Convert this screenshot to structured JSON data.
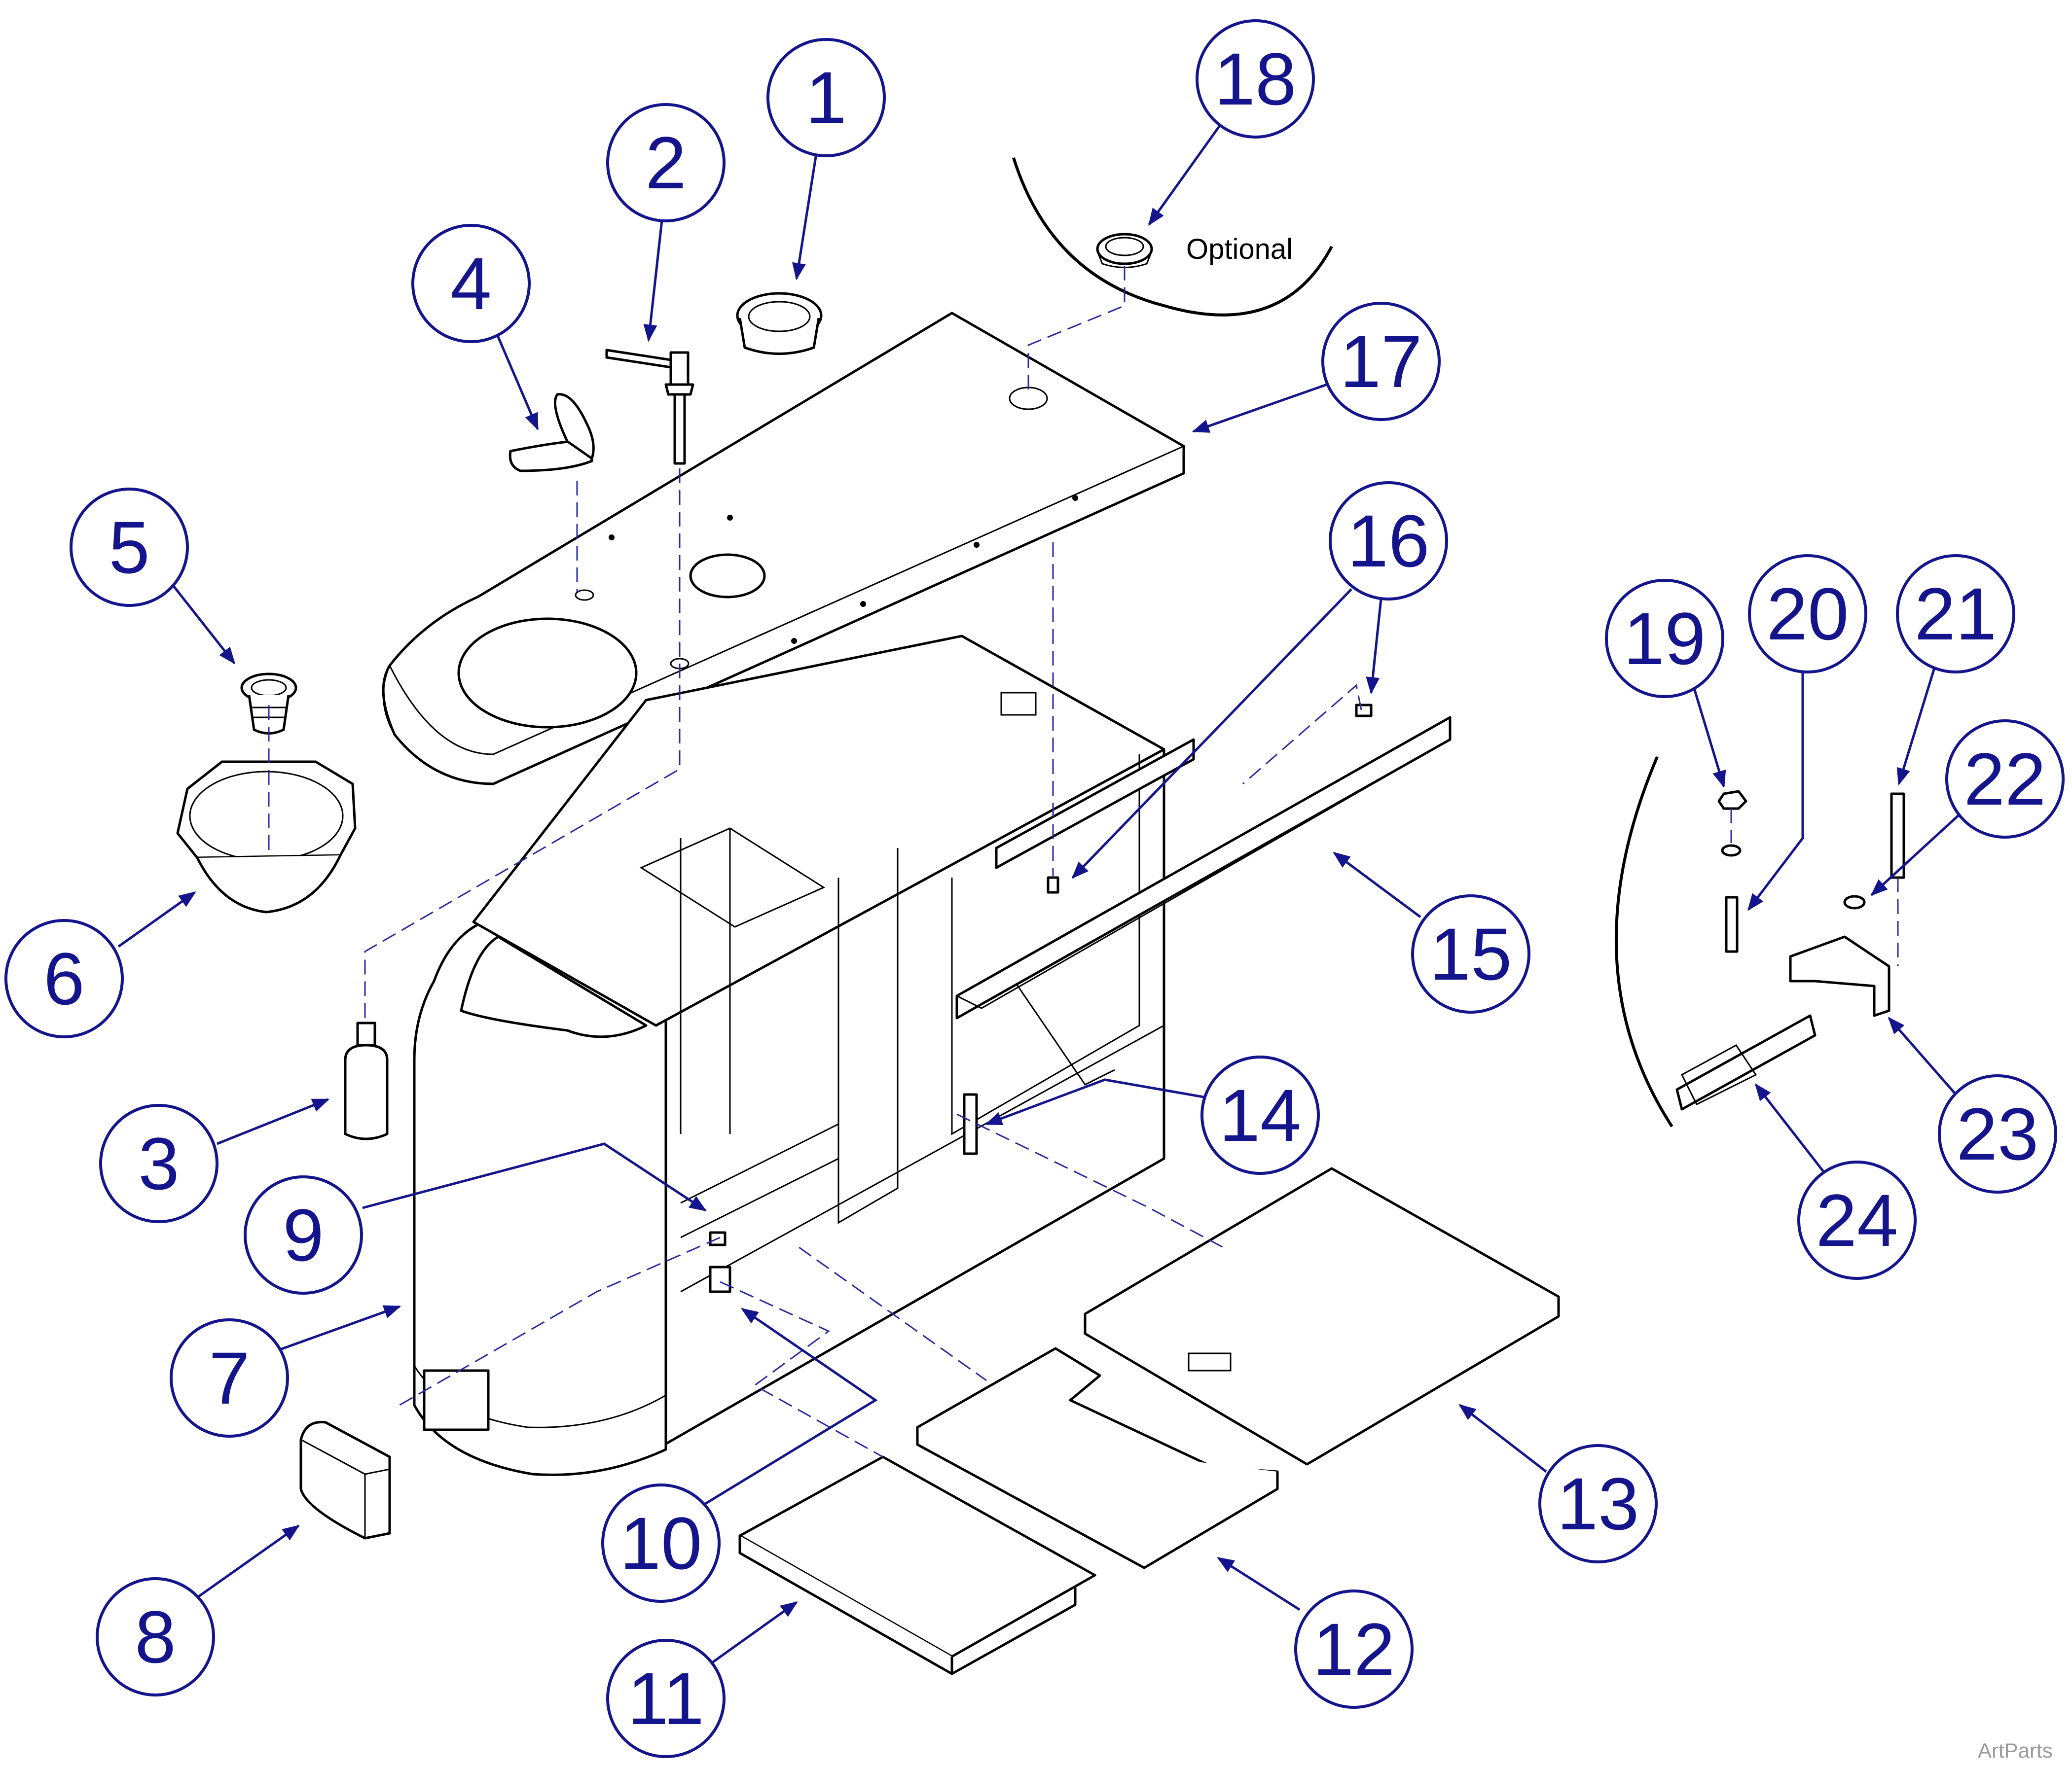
{
  "diagram": {
    "callouts": [
      "1",
      "2",
      "3",
      "4",
      "5",
      "6",
      "7",
      "8",
      "9",
      "10",
      "11",
      "12",
      "13",
      "14",
      "15",
      "16",
      "17",
      "18",
      "19",
      "20",
      "21",
      "22",
      "23",
      "24"
    ],
    "optional_label": "Optional",
    "watermark": "ArtParts"
  },
  "colors": {
    "callout": "#14148c",
    "line": "#000000",
    "dash": "#2a2aa0"
  }
}
